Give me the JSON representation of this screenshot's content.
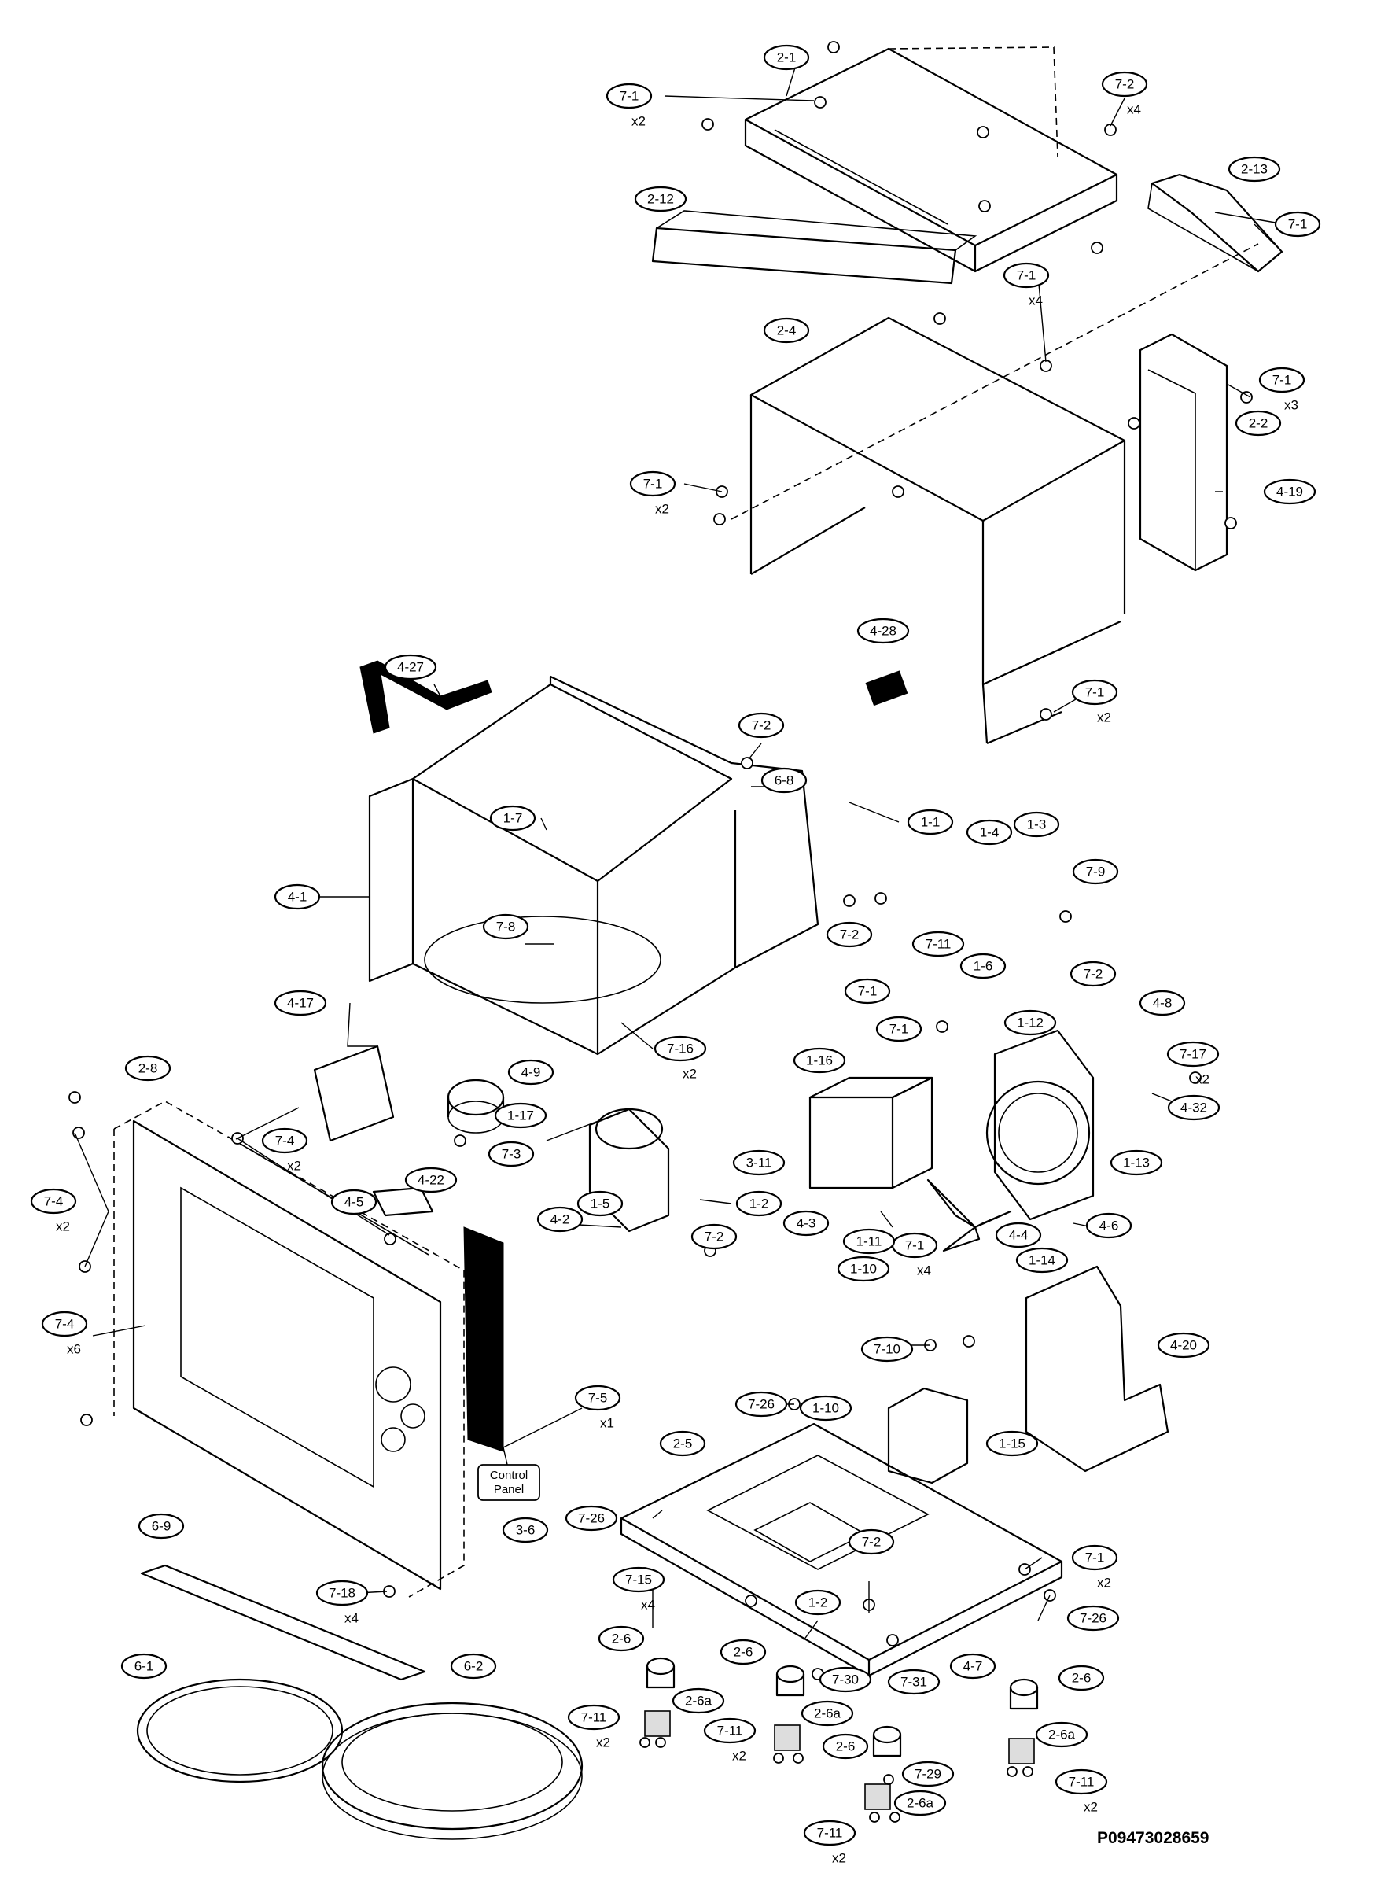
{
  "drawing_number": "P09473028659",
  "control_panel_label": "Control Panel",
  "callouts": [
    {
      "label": "2-1",
      "qty": ""
    },
    {
      "label": "7-1",
      "qty": "x2"
    },
    {
      "label": "7-2",
      "qty": "x4"
    },
    {
      "label": "2-12",
      "qty": ""
    },
    {
      "label": "2-13",
      "qty": ""
    },
    {
      "label": "7-1",
      "qty": ""
    },
    {
      "label": "7-1",
      "qty": "x4"
    },
    {
      "label": "2-4",
      "qty": ""
    },
    {
      "label": "7-1",
      "qty": "x3"
    },
    {
      "label": "2-2",
      "qty": ""
    },
    {
      "label": "7-1",
      "qty": "x2"
    },
    {
      "label": "4-19",
      "qty": ""
    },
    {
      "label": "4-28",
      "qty": ""
    },
    {
      "label": "4-27",
      "qty": ""
    },
    {
      "label": "7-1",
      "qty": "x2"
    },
    {
      "label": "7-2",
      "qty": ""
    },
    {
      "label": "6-8",
      "qty": ""
    },
    {
      "label": "1-1",
      "qty": ""
    },
    {
      "label": "1-7",
      "qty": ""
    },
    {
      "label": "1-3",
      "qty": ""
    },
    {
      "label": "1-4",
      "qty": ""
    },
    {
      "label": "7-9",
      "qty": ""
    },
    {
      "label": "4-1",
      "qty": ""
    },
    {
      "label": "7-8",
      "qty": ""
    },
    {
      "label": "7-2",
      "qty": ""
    },
    {
      "label": "7-11",
      "qty": ""
    },
    {
      "label": "1-6",
      "qty": ""
    },
    {
      "label": "7-2",
      "qty": ""
    },
    {
      "label": "7-1",
      "qty": ""
    },
    {
      "label": "1-12",
      "qty": ""
    },
    {
      "label": "4-8",
      "qty": ""
    },
    {
      "label": "4-17",
      "qty": ""
    },
    {
      "label": "7-1",
      "qty": ""
    },
    {
      "label": "7-16",
      "qty": "x2"
    },
    {
      "label": "1-16",
      "qty": ""
    },
    {
      "label": "7-17",
      "qty": "x2"
    },
    {
      "label": "2-8",
      "qty": ""
    },
    {
      "label": "4-9",
      "qty": ""
    },
    {
      "label": "4-32",
      "qty": ""
    },
    {
      "label": "1-17",
      "qty": ""
    },
    {
      "label": "7-4",
      "qty": "x2"
    },
    {
      "label": "7-3",
      "qty": ""
    },
    {
      "label": "3-11",
      "qty": ""
    },
    {
      "label": "1-13",
      "qty": ""
    },
    {
      "label": "4-5",
      "qty": ""
    },
    {
      "label": "1-5",
      "qty": ""
    },
    {
      "label": "4-22",
      "qty": ""
    },
    {
      "label": "7-4",
      "qty": "x2"
    },
    {
      "label": "1-2",
      "qty": ""
    },
    {
      "label": "4-3",
      "qty": ""
    },
    {
      "label": "4-2",
      "qty": ""
    },
    {
      "label": "7-1",
      "qty": "x4"
    },
    {
      "label": "4-4",
      "qty": ""
    },
    {
      "label": "4-6",
      "qty": ""
    },
    {
      "label": "1-11",
      "qty": ""
    },
    {
      "label": "7-2",
      "qty": ""
    },
    {
      "label": "1-10",
      "qty": ""
    },
    {
      "label": "1-14",
      "qty": ""
    },
    {
      "label": "7-4",
      "qty": "x6"
    },
    {
      "label": "4-20",
      "qty": ""
    },
    {
      "label": "7-10",
      "qty": ""
    },
    {
      "label": "7-5",
      "qty": "x1"
    },
    {
      "label": "7-26",
      "qty": ""
    },
    {
      "label": "1-10",
      "qty": ""
    },
    {
      "label": "1-15",
      "qty": ""
    },
    {
      "label": "2-5",
      "qty": ""
    },
    {
      "label": "3-6",
      "qty": ""
    },
    {
      "label": "7-26",
      "qty": ""
    },
    {
      "label": "6-9",
      "qty": ""
    },
    {
      "label": "7-2",
      "qty": ""
    },
    {
      "label": "7-1",
      "qty": "x2"
    },
    {
      "label": "7-15",
      "qty": "x4"
    },
    {
      "label": "7-18",
      "qty": "x4"
    },
    {
      "label": "1-2",
      "qty": ""
    },
    {
      "label": "7-26",
      "qty": ""
    },
    {
      "label": "2-6",
      "qty": ""
    },
    {
      "label": "2-6",
      "qty": ""
    },
    {
      "label": "4-7",
      "qty": ""
    },
    {
      "label": "2-6",
      "qty": ""
    },
    {
      "label": "6-1",
      "qty": ""
    },
    {
      "label": "6-2",
      "qty": ""
    },
    {
      "label": "7-30",
      "qty": ""
    },
    {
      "label": "7-31",
      "qty": ""
    },
    {
      "label": "2-6a",
      "qty": ""
    },
    {
      "label": "2-6a",
      "qty": ""
    },
    {
      "label": "7-11",
      "qty": "x2"
    },
    {
      "label": "7-11",
      "qty": "x2"
    },
    {
      "label": "2-6a",
      "qty": ""
    },
    {
      "label": "2-6",
      "qty": ""
    },
    {
      "label": "7-29",
      "qty": ""
    },
    {
      "label": "7-11",
      "qty": "x2"
    },
    {
      "label": "2-6a",
      "qty": ""
    },
    {
      "label": "7-11",
      "qty": "x2"
    }
  ]
}
